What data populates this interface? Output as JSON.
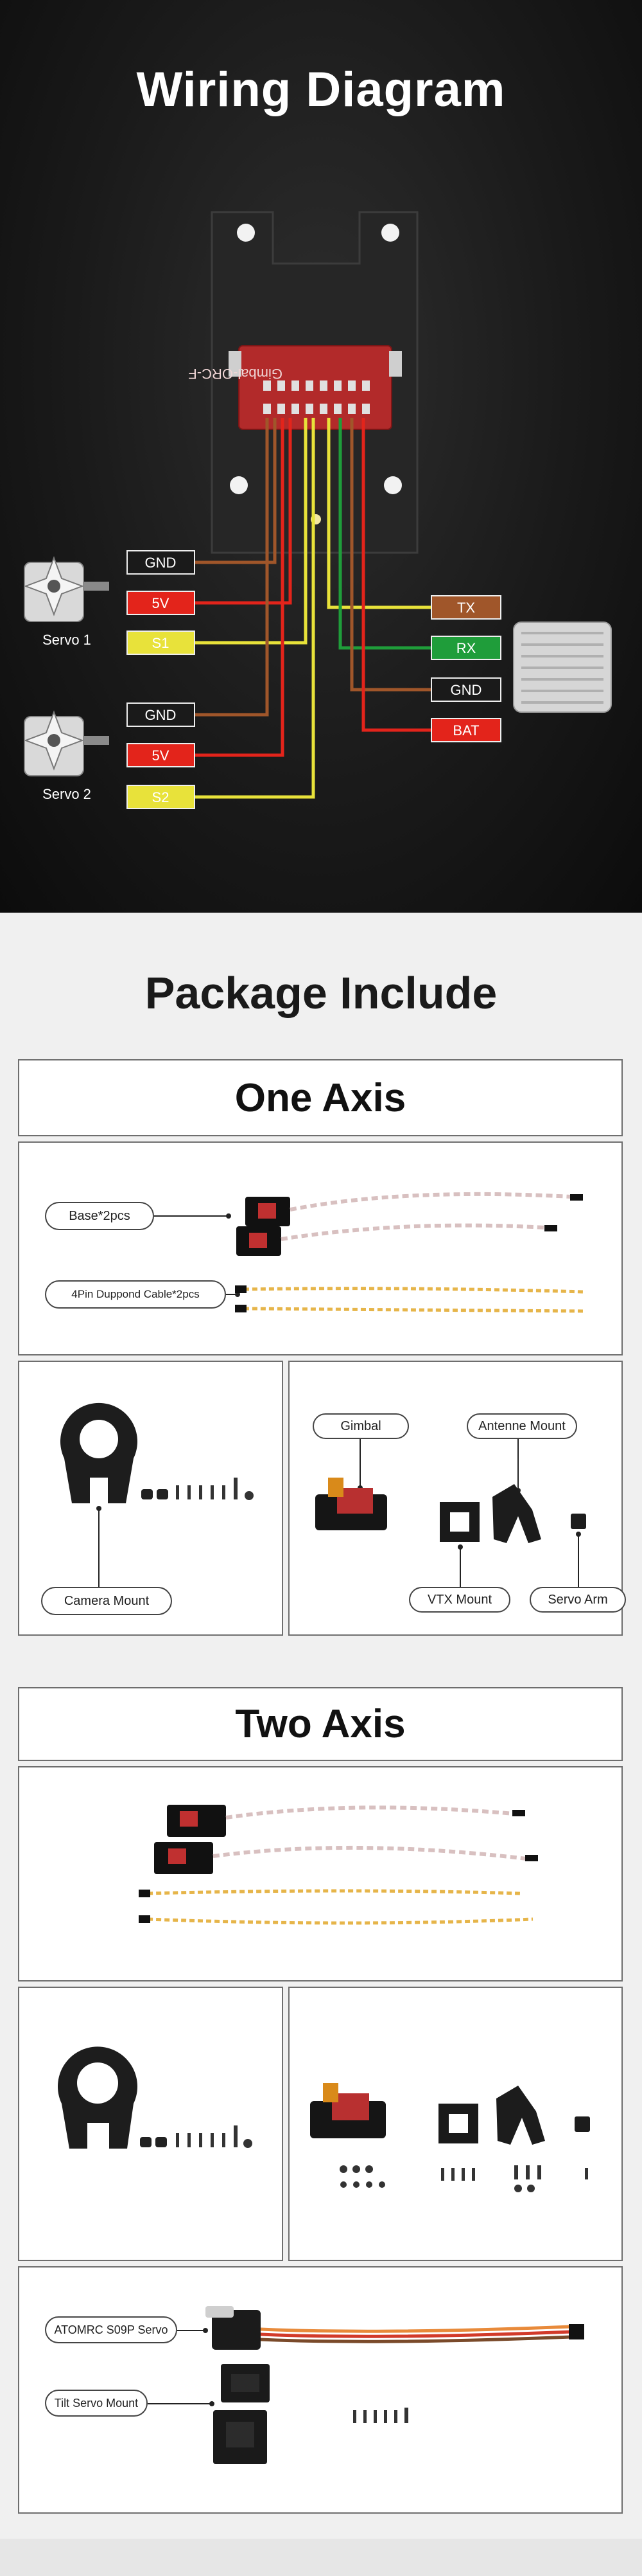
{
  "wiring": {
    "title": "Wiring Diagram",
    "board_text": "Gimbal-ORC-F",
    "servo1_label": "Servo 1",
    "servo2_label": "Servo 2",
    "left_labels": [
      "GND",
      "5V",
      "S1",
      "GND",
      "5V",
      "S2"
    ],
    "right_labels": [
      "TX",
      "RX",
      "GND",
      "BAT"
    ],
    "colors": {
      "brown": "#a0562a",
      "red": "#e3241b",
      "yellow": "#e8e23a",
      "green": "#1f9d3a",
      "white": "#eeeeee"
    }
  },
  "package": {
    "title": "Package Include",
    "one_axis": {
      "title": "One Axis",
      "callouts": {
        "base": "Base*2pcs",
        "cable": "4Pin Duppond Cable*2pcs",
        "camera_mount": "Camera Mount",
        "gimbal": "Gimbal",
        "antenne_mount": "Antenne Mount",
        "vtx_mount": "VTX Mount",
        "servo_arm": "Servo Arm"
      }
    },
    "two_axis": {
      "title": "Two Axis",
      "callouts": {
        "servo": "ATOMRC S09P Servo",
        "tilt_mount": "Tilt Servo Mount"
      }
    }
  }
}
